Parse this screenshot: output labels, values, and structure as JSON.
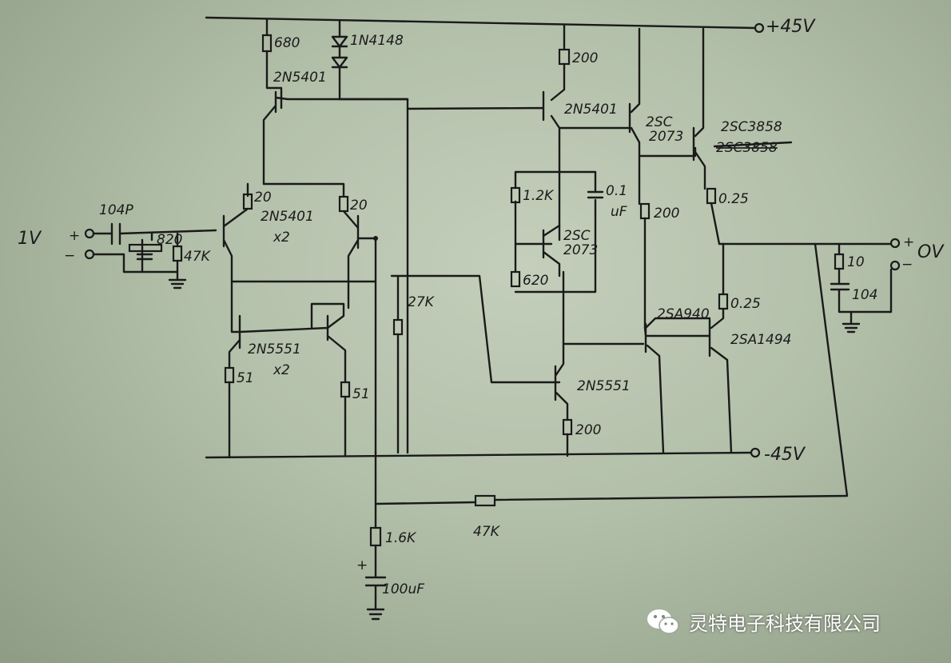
{
  "rails": {
    "pos": "+45V",
    "neg": "-45V"
  },
  "io": {
    "input": "1V",
    "output": "OV"
  },
  "components": {
    "r680": "680",
    "d1n4148": "1N4148",
    "q_top_pnp": "2N5401",
    "r20a": "20",
    "r20b": "20",
    "q_diff": "2N5401",
    "q_diff_count": "x2",
    "c_in": "104P",
    "r820": "820",
    "r47k_in": "47K",
    "q_mirror": "2N5551",
    "q_mirror_count": "x2",
    "r51a": "51",
    "r51b": "51",
    "r27k": "27K",
    "r200_top": "200",
    "q_vas_pnp": "2N5401",
    "r12k": "1.2K",
    "c01": "0.1",
    "c01_unit": "uF",
    "q_vbe": "2SC",
    "q_vbe2": "2073",
    "r620": "620",
    "q_vas_npn": "2N5551",
    "r200_vas": "200",
    "q_drv_npn": "2SC",
    "q_drv_npn2": "2073",
    "r200_drv": "200",
    "q_out_npn": "2SC3858",
    "q_out_npn_struck": "2SC3858",
    "r025a": "0.25",
    "r025b": "0.25",
    "q_drv_pnp": "2SA940",
    "q_out_pnp": "2SA1494",
    "r10": "10",
    "c104": "104",
    "r16k": "1.6K",
    "c100u": "100uF",
    "r47k_fb": "47K"
  },
  "watermark": {
    "text": "灵特电子科技有限公司",
    "icon": "wechat-icon"
  }
}
